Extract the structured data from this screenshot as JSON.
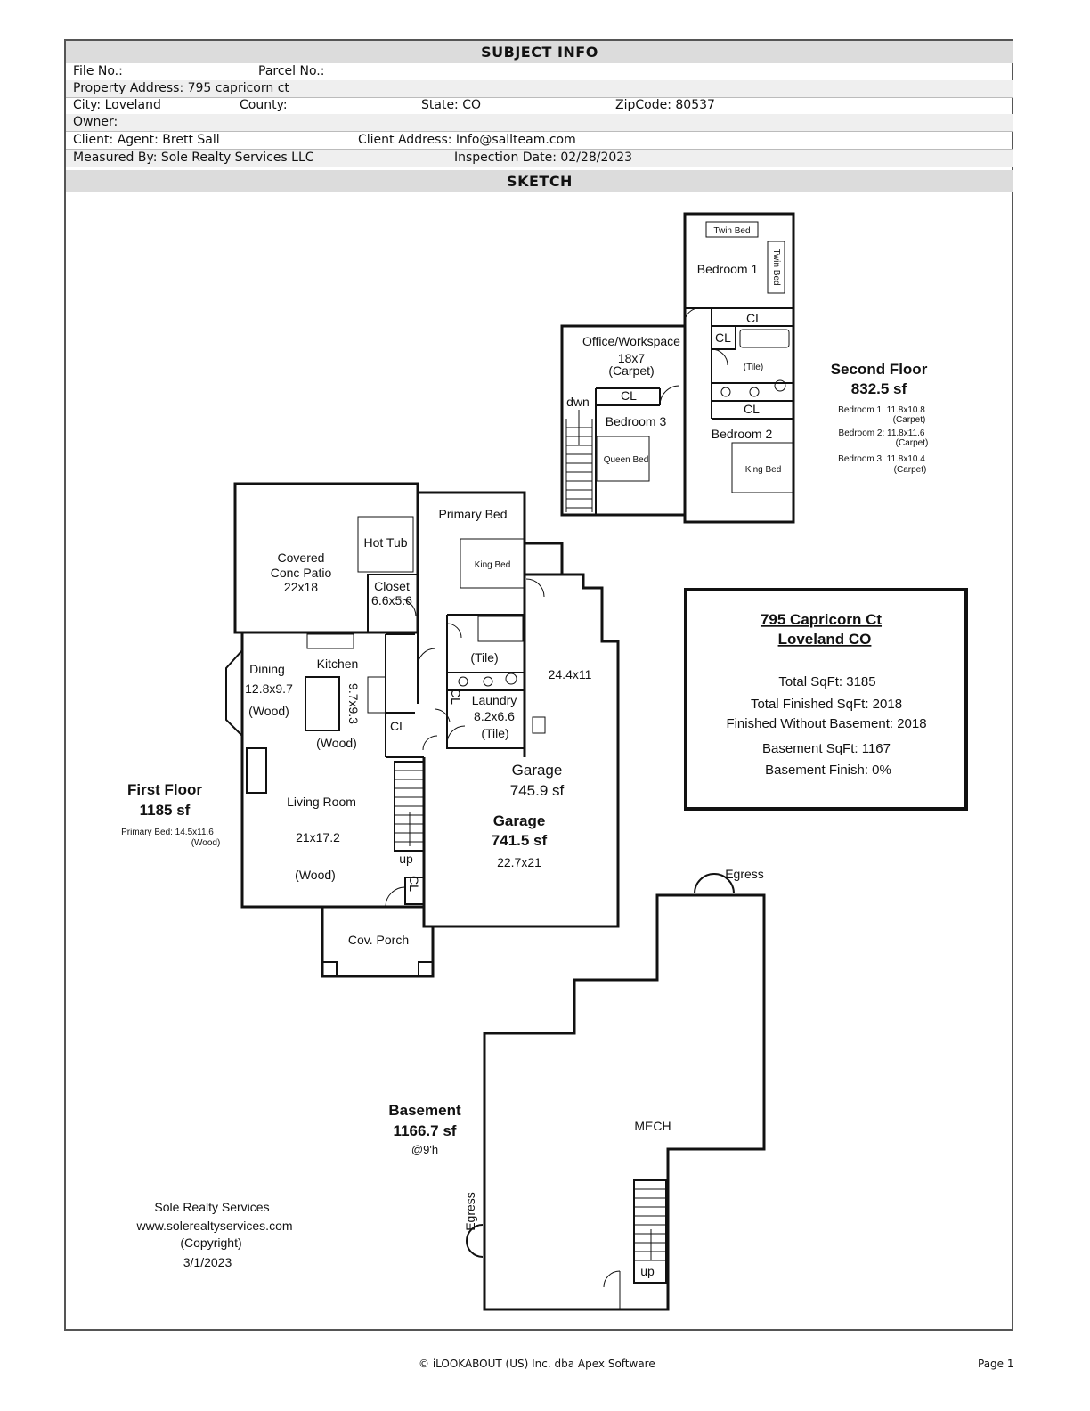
{
  "subject_info": {
    "title": "SUBJECT INFO",
    "file_no_label": "File No.:",
    "parcel_no_label": "Parcel No.:",
    "property_address": "Property Address: 795 capricorn ct",
    "city": "City: Loveland",
    "county_label": "County:",
    "state": "State: CO",
    "zipcode": "ZipCode: 80537",
    "owner_label": "Owner:",
    "client_agent": "Client: Agent: Brett Sall",
    "client_address": "Client Address: Info@sallteam.com",
    "measured_by": "Measured By: Sole Realty Services LLC",
    "inspection_date": "Inspection Date: 02/28/2023"
  },
  "sketch": {
    "title": "SKETCH",
    "second_floor": {
      "title": "Second Floor",
      "area": "832.5 sf",
      "bed1": "Bedroom 1: 11.8x10.8",
      "bed2": "Bedroom 2: 11.8x11.6",
      "bed3": "Bedroom 3: 11.8x10.4",
      "carpet": "(Carpet)",
      "rooms": {
        "bedroom1": "Bedroom 1",
        "twin_bed_a": "Twin Bed",
        "twin_bed_b": "Twin Bed",
        "office": "Office/Workspace",
        "office_dim": "18x7",
        "office_floor": "(Carpet)",
        "bedroom3": "Bedroom 3",
        "queen_bed": "Queen Bed",
        "bedroom2": "Bedroom 2",
        "king_bed": "King Bed",
        "tile": "(Tile)",
        "cl": "CL",
        "dwn": "dwn"
      }
    },
    "first_floor": {
      "title": "First Floor",
      "area": "1185 sf",
      "primary_note": "Primary Bed: 14.5x11.6",
      "primary_note_floor": "(Wood)",
      "rooms": {
        "patio": "Covered",
        "patio2": "Conc Patio",
        "patio_dim": "22x18",
        "hot_tub": "Hot Tub",
        "primary_bed": "Primary Bed",
        "king_bed": "King Bed",
        "closet": "Closet",
        "closet_dim": "6.6x5.6",
        "dining": "Dining",
        "dining_dim": "12.8x9.7",
        "wood": "(Wood)",
        "kitchen": "Kitchen",
        "kitchen_dim": "9.7x9.3",
        "tile": "(Tile)",
        "laundry": "Laundry",
        "laundry_dim": "8.2x6.6",
        "cl": "CL",
        "living": "Living Room",
        "living_dim": "21x17.2",
        "up": "up",
        "porch": "Cov. Porch",
        "garage_dim_a": "24.4x11",
        "garage": "Garage",
        "garage_area": "745.9 sf",
        "garage2": "Garage",
        "garage2_area": "741.5 sf",
        "garage2_dim": "22.7x21"
      }
    },
    "basement": {
      "title": "Basement",
      "area": "1166.7 sf",
      "height": "@9'h",
      "mech": "MECH",
      "egress": "Egress",
      "up": "up"
    },
    "summary": {
      "address1": "795 Capricorn Ct",
      "address2": "Loveland CO",
      "total": "Total SqFt: 3185",
      "finished": "Total Finished SqFt: 2018",
      "without_basement": "Finished Without Basement:  2018",
      "basement_sqft": "Basement SqFt:  1167",
      "basement_finish": "Basement Finish:  0%"
    },
    "credits": {
      "company": "Sole Realty Services",
      "website": "www.solerealtyservices.com",
      "copyright": "(Copyright)",
      "date": "3/1/2023"
    }
  },
  "footer": {
    "copyright": "© iLOOKABOUT (US) Inc. dba Apex Software",
    "page": "Page 1"
  }
}
